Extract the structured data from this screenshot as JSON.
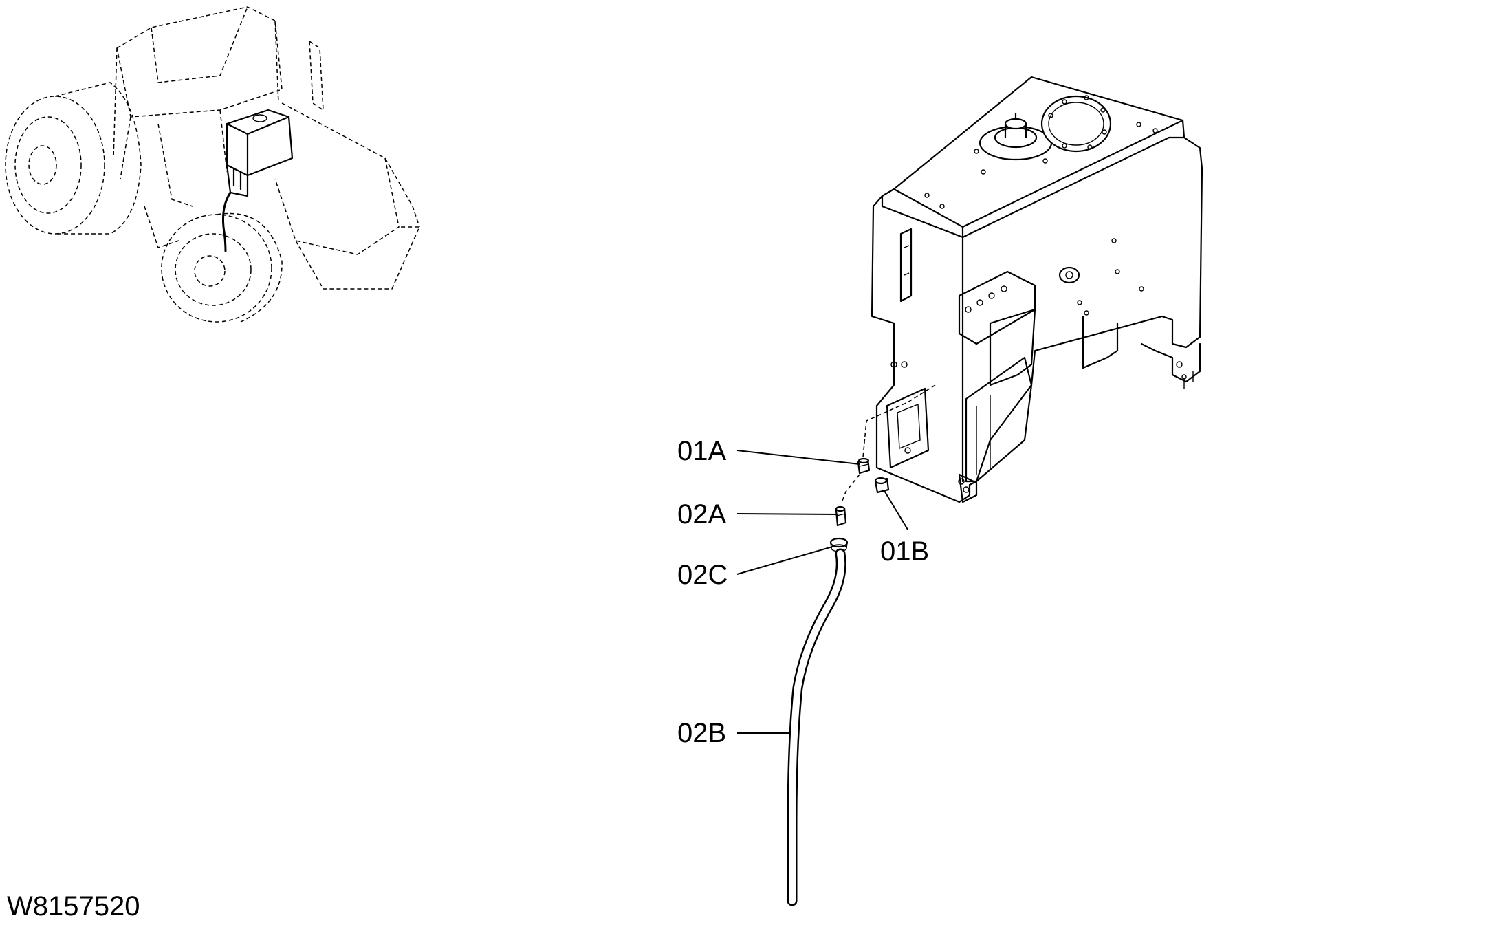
{
  "figure_id": "W8157520",
  "callouts": {
    "c01A": "01A",
    "c01B": "01B",
    "c02A": "02A",
    "c02B": "02B",
    "c02C": "02C"
  },
  "colors": {
    "line": "#000000",
    "background": "#ffffff"
  }
}
